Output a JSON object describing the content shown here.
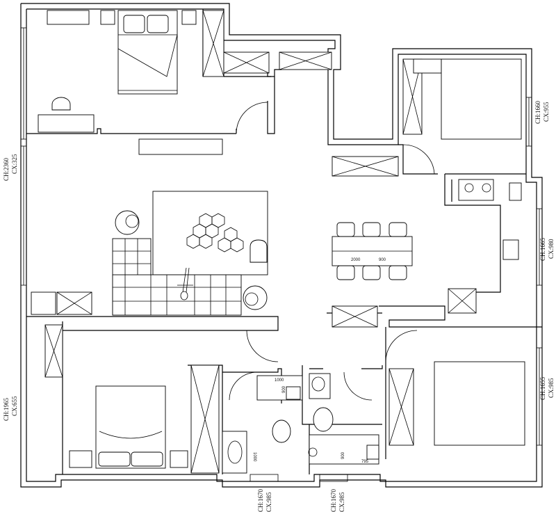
{
  "floorplan": {
    "annotations": {
      "west_top": [
        "CH:2360",
        "CX:325"
      ],
      "west_bottom": [
        "CH:1965",
        "CX:655"
      ],
      "east_top": [
        "CH:1660",
        "CX:955"
      ],
      "east_mid": [
        "CH:1665",
        "CX:980"
      ],
      "east_bottom": [
        "CH:1655",
        "CX:985"
      ],
      "south_left": [
        "CH:1670",
        "CX:985"
      ],
      "south_right": [
        "CH:1670",
        "CX:985"
      ]
    },
    "dimensions": {
      "table_length": "2000",
      "table_width": "900",
      "shower_1000": "1000",
      "shower_900": "900",
      "bath_1000": "1000",
      "bath_900": "900",
      "bath_795": "795"
    }
  }
}
